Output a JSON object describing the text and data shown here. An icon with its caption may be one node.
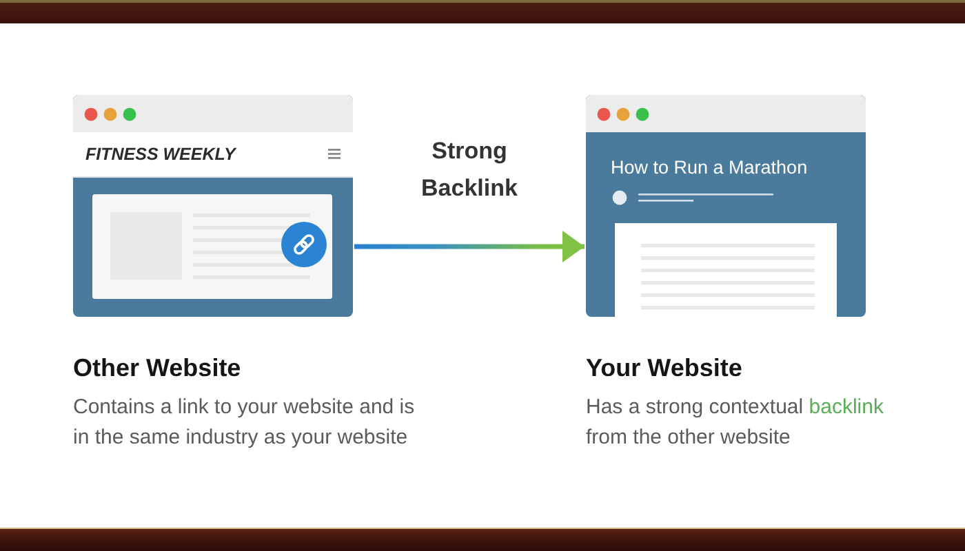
{
  "diagram": {
    "nodes": [
      {
        "text": [
          "FITNESS WEEKLY"
        ],
        "beside": [
          "Other Website",
          "Contains a link to your website and is in the same industry as your website"
        ]
      },
      {
        "text": [
          "How to Run a Marathon"
        ],
        "beside": [
          "Your Website",
          "Has a strong contextual **backlink** from the other website"
        ]
      }
    ],
    "edges": [
      {
        "from": 0,
        "to": 1,
        "arrow": "to",
        "label": "Strong Backlink"
      }
    ]
  }
}
